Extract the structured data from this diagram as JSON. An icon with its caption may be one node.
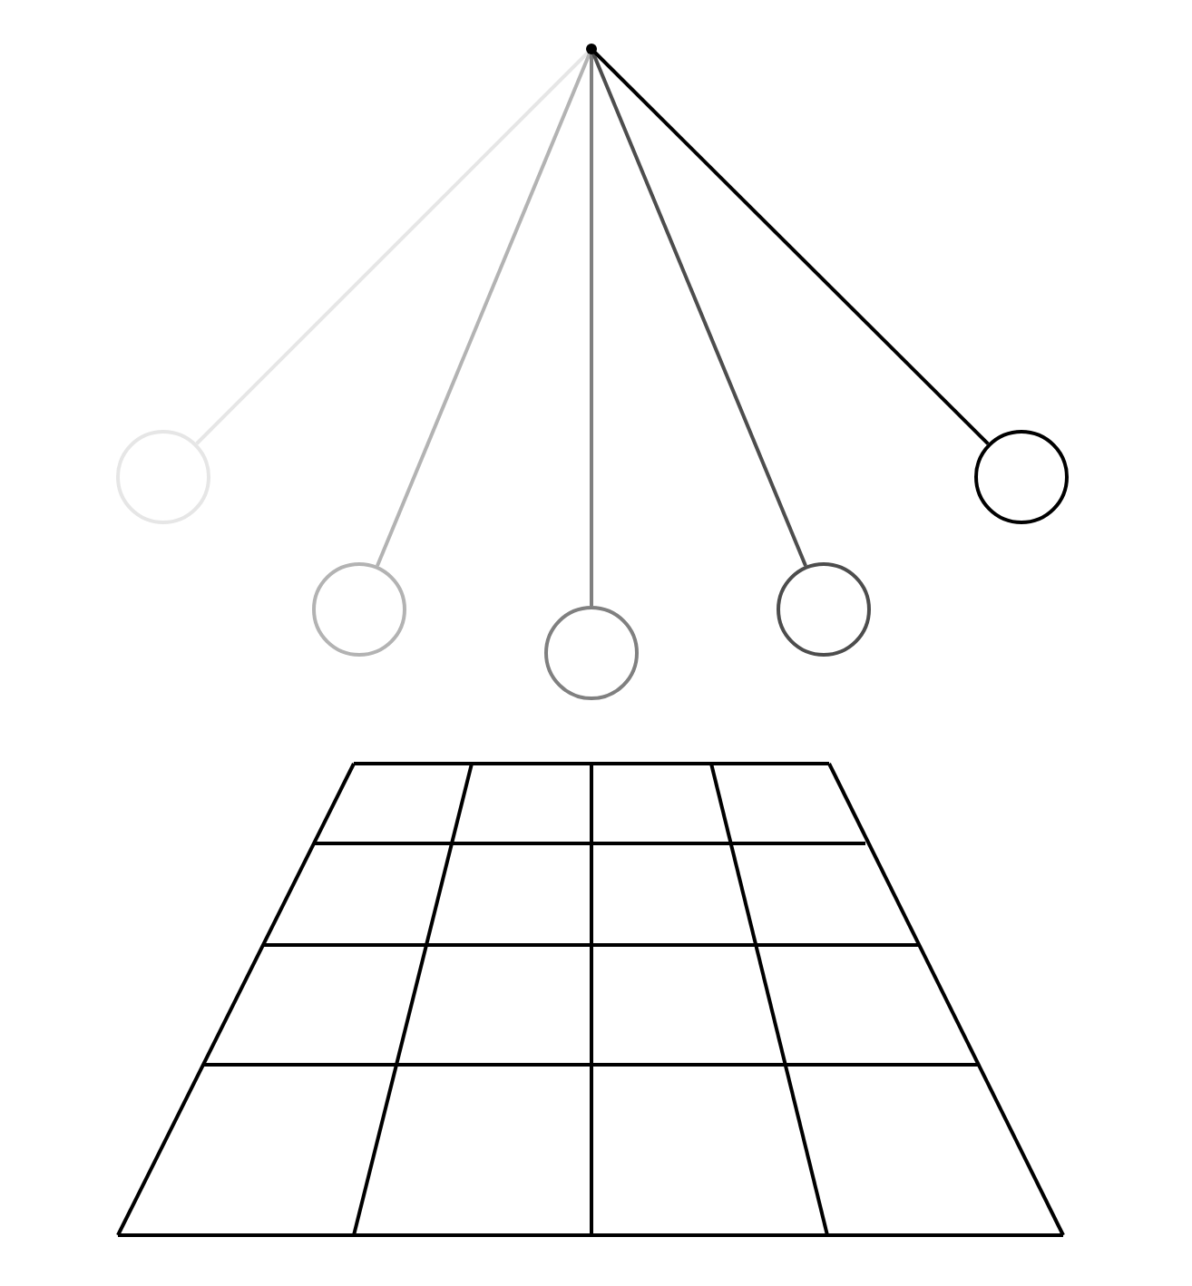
{
  "diagram": {
    "nodes": [
      {
        "text": [],
        "shape": "point"
      },
      {
        "text": [],
        "shape": "circle"
      },
      {
        "text": [],
        "shape": "circle"
      },
      {
        "text": [],
        "shape": "circle"
      },
      {
        "text": [],
        "shape": "circle"
      },
      {
        "text": [],
        "shape": "circle"
      }
    ],
    "edges": [
      {
        "from": 0,
        "to": 1,
        "arrow": "none",
        "color": "#e6e6e6"
      },
      {
        "from": 0,
        "to": 2,
        "arrow": "none",
        "color": "#b3b3b3"
      },
      {
        "from": 0,
        "to": 3,
        "arrow": "none",
        "color": "#808080"
      },
      {
        "from": 0,
        "to": 4,
        "arrow": "none",
        "color": "#4d4d4d"
      },
      {
        "from": 0,
        "to": 5,
        "arrow": "none",
        "color": "#000000"
      }
    ]
  }
}
